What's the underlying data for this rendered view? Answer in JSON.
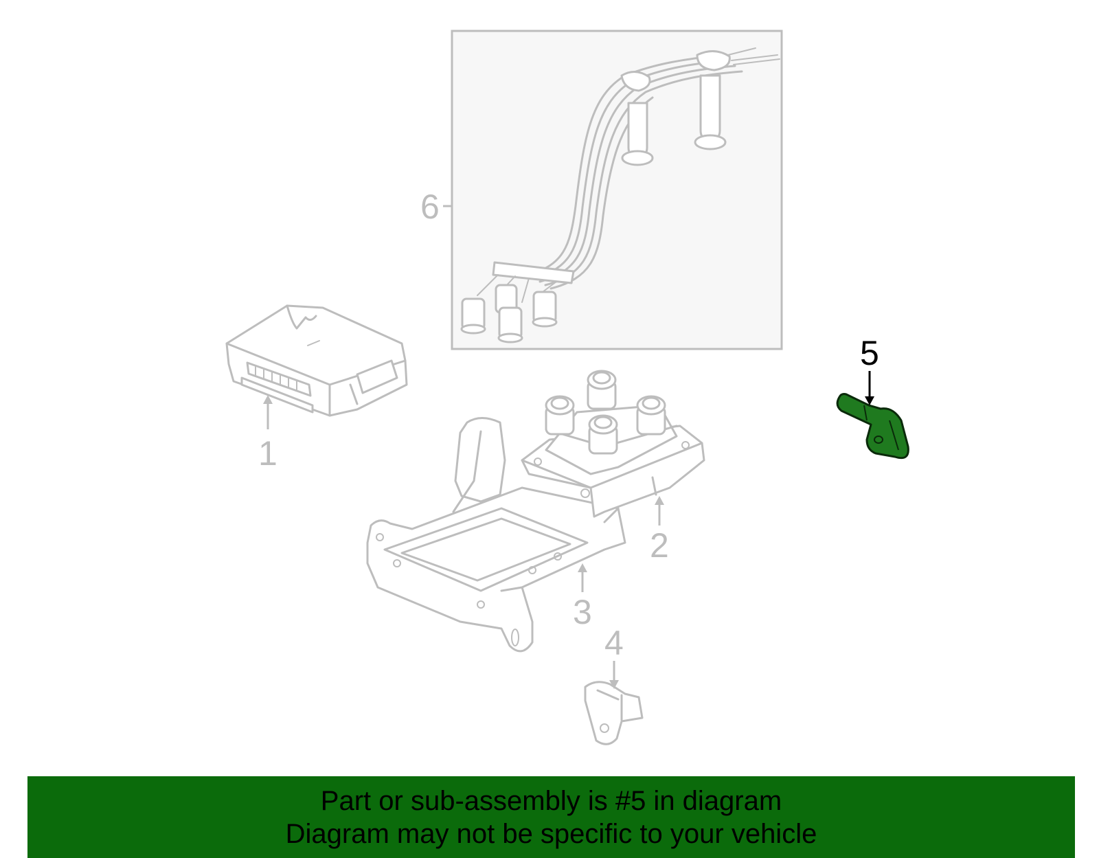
{
  "callouts": {
    "c1": "1",
    "c2": "2",
    "c3": "3",
    "c4": "4",
    "c5": "5",
    "c6": "6"
  },
  "highlighted_part": "5",
  "colors": {
    "ghost_part": "#bdbdbd",
    "highlight_part": "#1f7a1f",
    "banner": "#0b6b0b",
    "inset_background": "#f7f7f7"
  },
  "banner": {
    "line1": "Part or sub-assembly is #5 in diagram",
    "line2": "Diagram may not be specific to your vehicle"
  }
}
